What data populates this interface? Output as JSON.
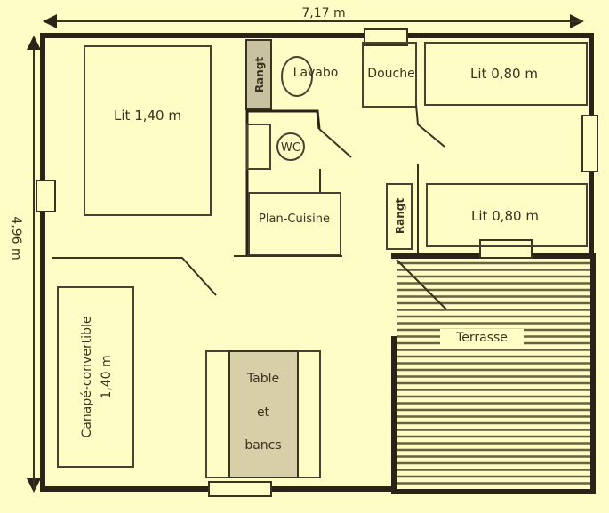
{
  "dimensions": {
    "width_label": "7,17 m",
    "height_label": "4,96 m"
  },
  "rooms": {
    "bed_double": "Lit 1,40 m",
    "storage_top": "Rangt",
    "sink": "Lavabo",
    "shower": "Douche",
    "bed_single_top": "Lit 0,80 m",
    "wc": "WC",
    "kitchen": "Plan-Cuisine",
    "storage_right": "Rangt",
    "bed_single_bottom": "Lit 0,80 m",
    "terrace": "Terrasse",
    "sofa_line1": "Canapé-convertible",
    "sofa_line2": "1,40 m",
    "table_line1": "Table",
    "table_line2": "et",
    "table_line3": "bancs"
  },
  "colors": {
    "background": "#fffdc6",
    "ink": "#2a2418",
    "shade": "#c9c2a0"
  }
}
